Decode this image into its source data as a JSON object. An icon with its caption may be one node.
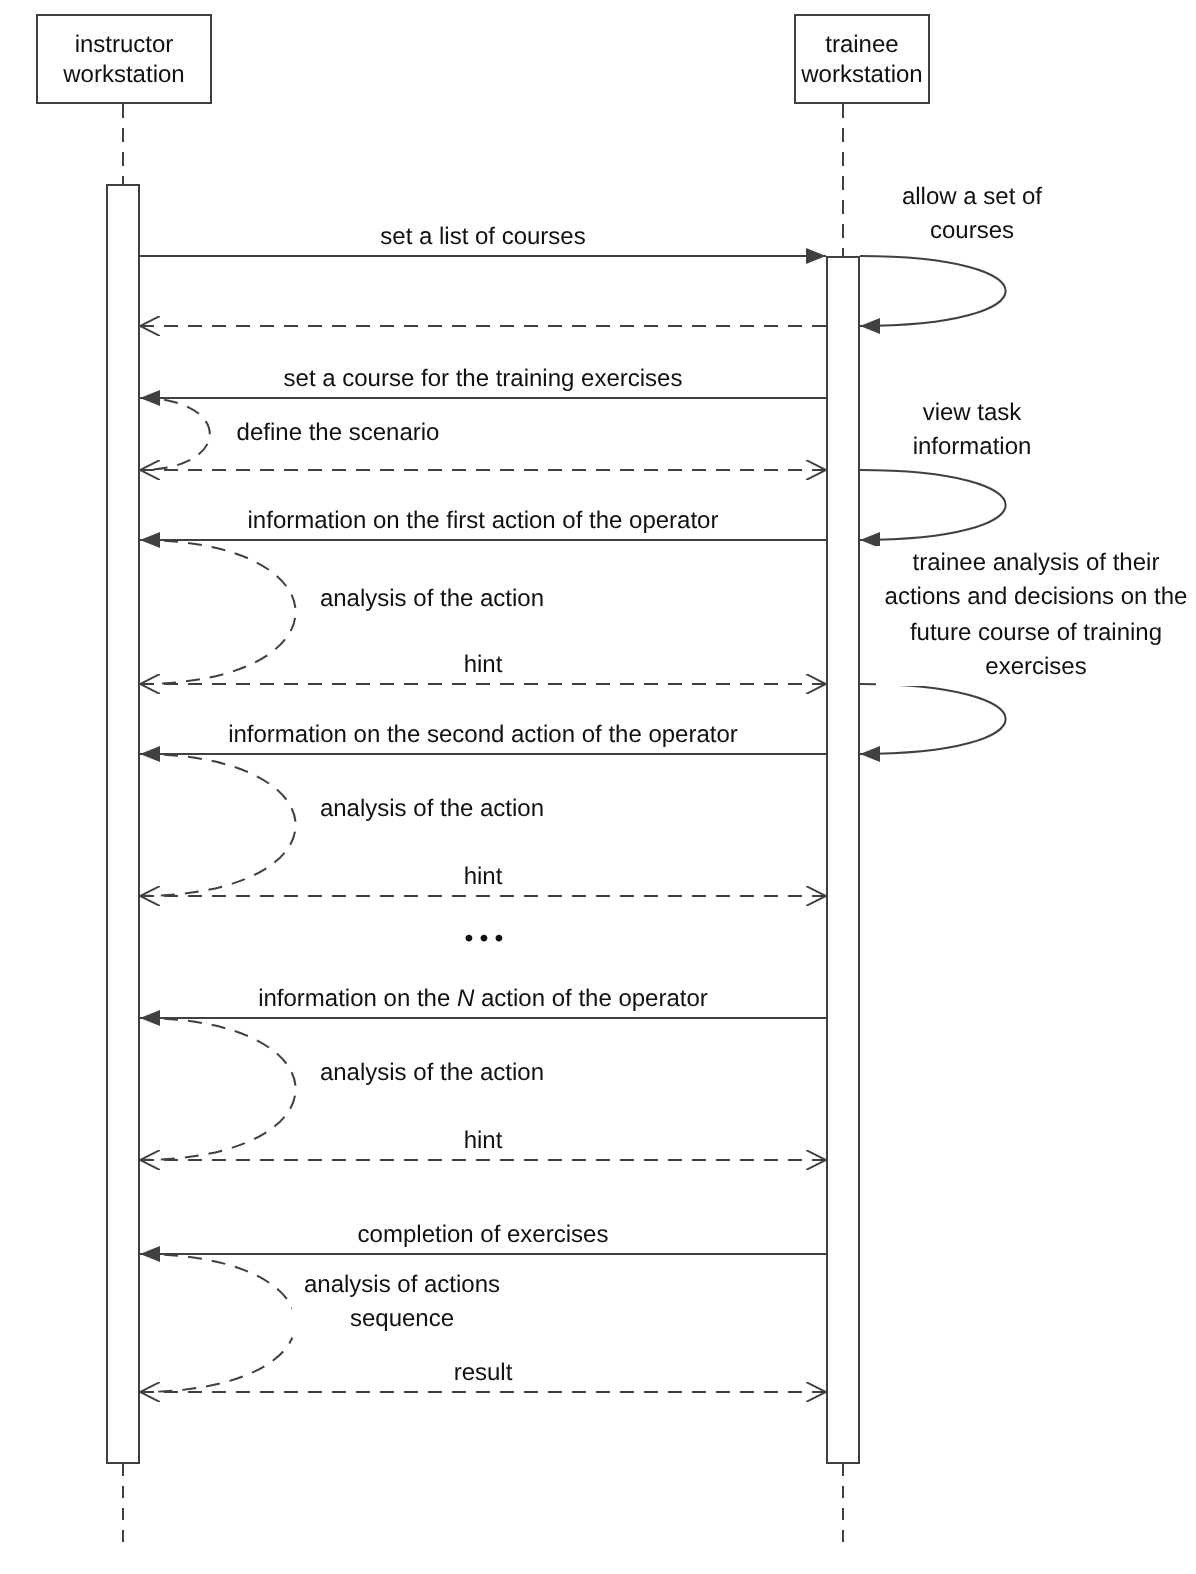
{
  "diagram": {
    "nodes": [
      {
        "text": [
          "instructor workstation"
        ]
      },
      {
        "text": [
          "trainee workstation"
        ]
      },
      {
        "text": [],
        "shape": "bar"
      },
      {
        "text": [],
        "shape": "bar"
      }
    ],
    "edges": [
      {
        "from": 0,
        "to": 2,
        "arrow": "none",
        "style": "dashed"
      },
      {
        "from": 1,
        "to": 3,
        "arrow": "none",
        "style": "dashed"
      },
      {
        "from": 2,
        "to": 3,
        "arrow": "to",
        "label": "set a list of courses"
      },
      {
        "from": 3,
        "to": 3,
        "arrow": "to",
        "label": "allow a set of courses"
      },
      {
        "from": 3,
        "to": 2,
        "arrow": "to",
        "style": "dashed"
      },
      {
        "from": 3,
        "to": 2,
        "arrow": "to",
        "label": "set a course for the training exercises"
      },
      {
        "from": 2,
        "to": 2,
        "arrow": "none",
        "style": "dashed",
        "label": "define the scenario"
      },
      {
        "from": 2,
        "to": 3,
        "arrow": "both",
        "style": "dashed"
      },
      {
        "from": 3,
        "to": 3,
        "arrow": "to",
        "label": "view task information"
      },
      {
        "from": 3,
        "to": 2,
        "arrow": "to",
        "label": "information on the first action of the operator"
      },
      {
        "from": 2,
        "to": 2,
        "arrow": "none",
        "style": "dashed",
        "label": "analysis of the action"
      },
      {
        "from": 2,
        "to": 3,
        "arrow": "both",
        "style": "dashed",
        "label": "hint"
      },
      {
        "from": 3,
        "to": 3,
        "arrow": "to",
        "label": "trainee analysis of their actions and decisions on the future course of training exercises"
      },
      {
        "from": 3,
        "to": 2,
        "arrow": "to",
        "label": "information on the second action of the operator"
      },
      {
        "from": 2,
        "to": 2,
        "arrow": "none",
        "style": "dashed",
        "label": "analysis of the action"
      },
      {
        "from": 2,
        "to": 3,
        "arrow": "both",
        "style": "dashed",
        "label": "hint"
      },
      {
        "from": 3,
        "to": 2,
        "arrow": "to",
        "label": "information on the *N* action of the operator"
      },
      {
        "from": 2,
        "to": 2,
        "arrow": "none",
        "style": "dashed",
        "label": "analysis of the action"
      },
      {
        "from": 2,
        "to": 3,
        "arrow": "both",
        "style": "dashed",
        "label": "hint"
      },
      {
        "from": 3,
        "to": 2,
        "arrow": "to",
        "label": "completion of exercises"
      },
      {
        "from": 2,
        "to": 2,
        "arrow": "none",
        "style": "dashed",
        "label": "analysis of actions sequence"
      },
      {
        "from": 2,
        "to": 3,
        "arrow": "both",
        "style": "dashed",
        "label": "result"
      }
    ],
    "labels": [
      "• • •"
    ]
  }
}
